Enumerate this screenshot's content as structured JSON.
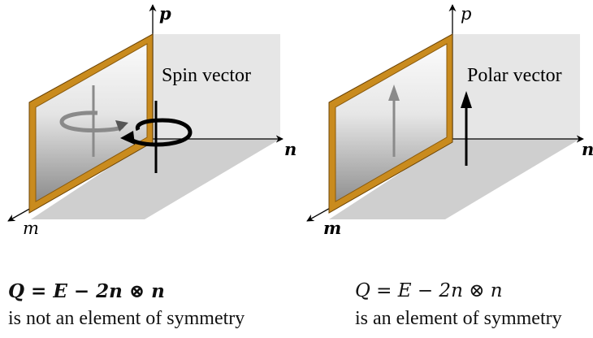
{
  "left_panel": {
    "axis_vertical_label": "p",
    "axis_right_label": "n",
    "axis_left_label": "m",
    "vector_label": "Spin vector",
    "equation": "Q = E − 2n ⊗ n",
    "caption": "is not an element of symmetry"
  },
  "right_panel": {
    "axis_vertical_label": "p",
    "axis_right_label": "n",
    "axis_left_label": "m",
    "vector_label": "Polar vector",
    "equation": "Q = E − 2n ⊗ n",
    "caption": "is an element of symmetry"
  },
  "colors": {
    "frame": "#c98b1e",
    "frame_dark": "#8a5a0c",
    "back_wall": "#e6e6e6",
    "floor": "#cfcfcf",
    "ink": "#000000",
    "mirror_image": "#8a8a8a"
  }
}
